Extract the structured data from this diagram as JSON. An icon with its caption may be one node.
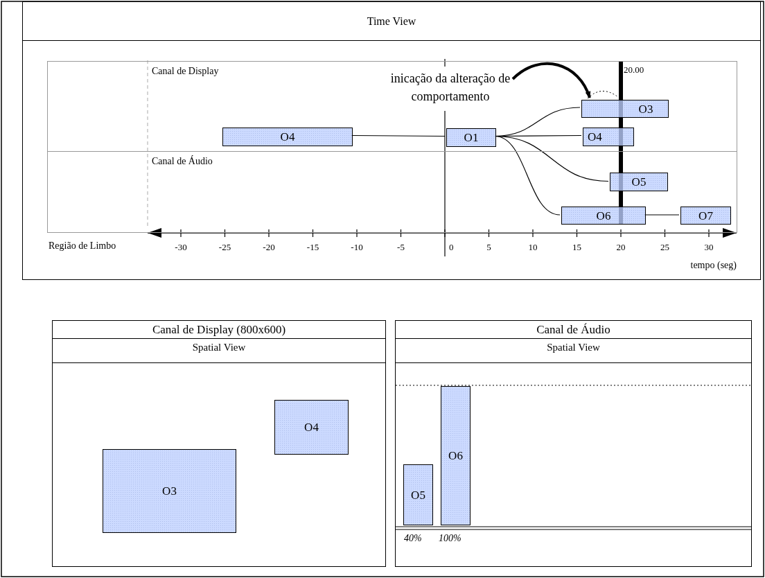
{
  "diagram": {
    "nodes": [
      {
        "text": [
          "Time View"
        ]
      },
      {
        "text": [
          "Canal de Display"
        ],
        "in": 0
      },
      {
        "text": [
          "Canal de Áudio"
        ],
        "in": 0
      },
      {
        "text": [
          "O4"
        ],
        "in": 1
      },
      {
        "text": [
          "O1"
        ],
        "in": 1
      },
      {
        "text": [
          "O3"
        ],
        "in": 1
      },
      {
        "text": [
          "O4"
        ],
        "in": 1
      },
      {
        "text": [
          "O5"
        ],
        "in": 2
      },
      {
        "text": [
          "O6"
        ],
        "in": 2
      },
      {
        "text": [
          "O7"
        ],
        "in": 2
      },
      {
        "text": [
          "Canal de Display (800x600)",
          "Spatial View"
        ]
      },
      {
        "text": [
          "O4"
        ],
        "in": 10
      },
      {
        "text": [
          "O3"
        ],
        "in": 10
      },
      {
        "text": [
          "Canal de Áudio",
          "Spatial View"
        ]
      },
      {
        "text": [
          "O5"
        ],
        "in": 13
      },
      {
        "text": [
          "O6"
        ],
        "in": 13
      },
      {
        "text": [
          "inicação da alteração de comportamento"
        ],
        "in": 1
      }
    ],
    "edges": [
      {
        "from": 3,
        "to": 4,
        "arrow": "none"
      },
      {
        "from": 4,
        "to": 5,
        "arrow": "none"
      },
      {
        "from": 4,
        "to": 6,
        "arrow": "none"
      },
      {
        "from": 4,
        "to": 7,
        "arrow": "none"
      },
      {
        "from": 4,
        "to": 8,
        "arrow": "none"
      },
      {
        "from": 8,
        "to": 9,
        "arrow": "none"
      },
      {
        "from": 16,
        "to": 5,
        "arrow": "to",
        "style": "thick"
      }
    ],
    "labels": [
      "20.00",
      "Região de Limbo",
      "-30",
      "-25",
      "-20",
      "-15",
      "-10",
      "-5",
      "0",
      "5",
      "10",
      "15",
      "20",
      "25",
      "30",
      "tempo (seg)",
      "40%",
      "100%"
    ]
  }
}
